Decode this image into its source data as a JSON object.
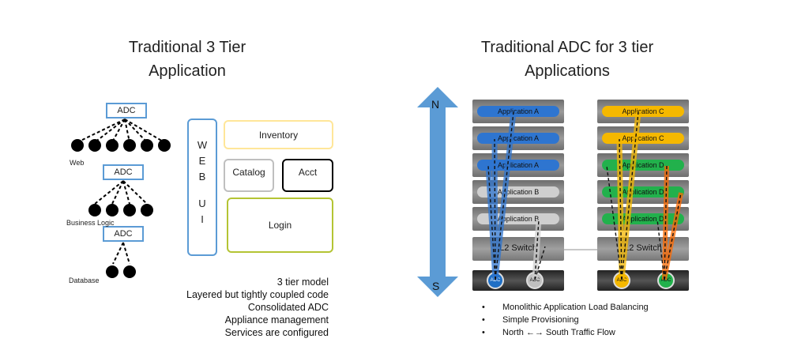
{
  "left": {
    "title_line1": "Traditional 3 Tier",
    "title_line2": "Application",
    "adc_labels": [
      "ADC",
      "ADC",
      "ADC"
    ],
    "tier_labels": {
      "web": "Web",
      "business": "Business Logic",
      "database": "Database"
    },
    "webui_letters": [
      "W",
      "E",
      "B",
      "U",
      "I"
    ],
    "modules": {
      "inventory": "Inventory",
      "catalog": "Catalog",
      "acct": "Acct",
      "login": "Login"
    },
    "notes": [
      "3 tier model",
      "Layered but tightly coupled code",
      "Consolidated ADC",
      "Appliance management",
      "Services are configured"
    ],
    "colors": {
      "adc_border": "#5b9bd5",
      "webui_border": "#5b9bd5",
      "inventory_border": "#ffe699",
      "catalog_border": "#bfbfbf",
      "acct_border": "#000000",
      "login_border": "#b4c434"
    }
  },
  "right": {
    "title_line1": "Traditional ADC for 3 tier",
    "title_line2": "Applications",
    "arrow": {
      "north": "N",
      "south": "S",
      "color": "#5b9bd5"
    },
    "rack_left": {
      "apps": [
        "Application A",
        "Application A",
        "Application A",
        "Application B",
        "Application B"
      ],
      "app_colors": [
        "#2e75d0",
        "#2e75d0",
        "#2e75d0",
        "#cfcfcf",
        "#cfcfcf"
      ],
      "switch": "L2 Switch",
      "adc": [
        "ADC",
        "ADC"
      ],
      "adc_colors": [
        "#1f6fc5",
        "#bfbfbf"
      ]
    },
    "rack_right": {
      "apps": [
        "Application C",
        "Application C",
        "Application D",
        "Application D",
        "Application D"
      ],
      "app_colors": [
        "#f5b800",
        "#f5b800",
        "#22b14c",
        "#22b14c",
        "#22b14c"
      ],
      "switch": "L2 Switch",
      "adc": [
        "ADC",
        "ADC"
      ],
      "adc_colors": [
        "#f5b800",
        "#22b14c"
      ]
    },
    "bullets": [
      "Monolithic Application Load Balancing",
      "Simple Provisioning",
      "North ←→ South Traffic Flow"
    ]
  }
}
